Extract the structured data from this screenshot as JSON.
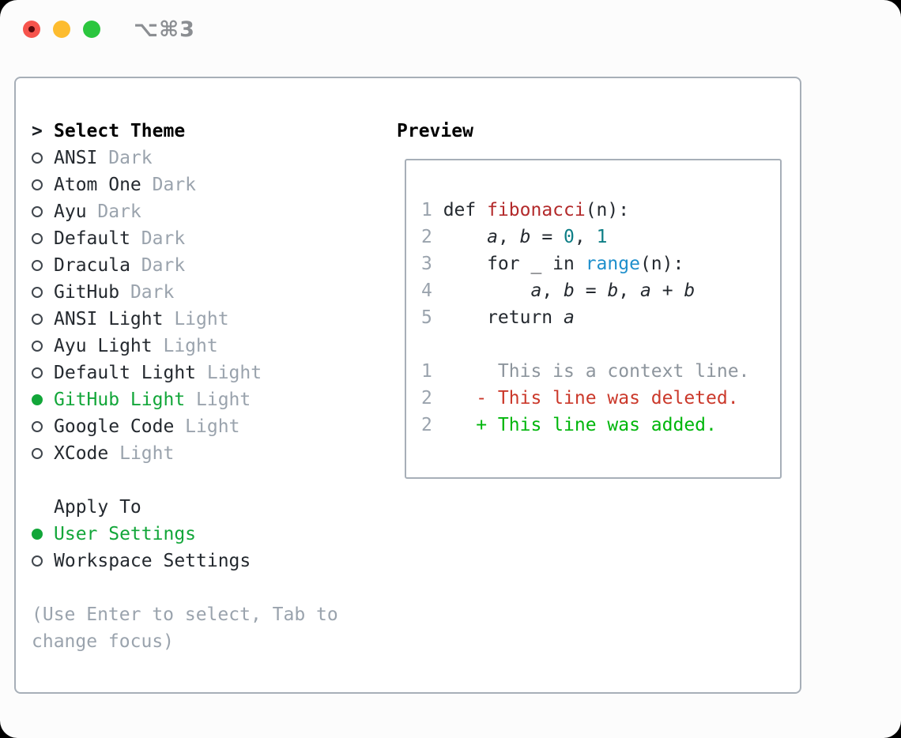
{
  "titlebar": {
    "shortcut": "⌥⌘3"
  },
  "select_theme": {
    "cursor": ">",
    "header": "Select Theme",
    "items": [
      {
        "name": "ANSI",
        "variant": "Dark",
        "selected": false
      },
      {
        "name": "Atom One",
        "variant": "Dark",
        "selected": false
      },
      {
        "name": "Ayu",
        "variant": "Dark",
        "selected": false
      },
      {
        "name": "Default",
        "variant": "Dark",
        "selected": false
      },
      {
        "name": "Dracula",
        "variant": "Dark",
        "selected": false
      },
      {
        "name": "GitHub",
        "variant": "Dark",
        "selected": false
      },
      {
        "name": "ANSI Light",
        "variant": "Light",
        "selected": false
      },
      {
        "name": "Ayu Light",
        "variant": "Light",
        "selected": false
      },
      {
        "name": "Default Light",
        "variant": "Light",
        "selected": false
      },
      {
        "name": "GitHub Light",
        "variant": "Light",
        "selected": true
      },
      {
        "name": "Google Code",
        "variant": "Light",
        "selected": false
      },
      {
        "name": "XCode",
        "variant": "Light",
        "selected": false
      }
    ]
  },
  "apply_to": {
    "header": "Apply To",
    "options": [
      {
        "name": "User Settings",
        "selected": true
      },
      {
        "name": "Workspace Settings",
        "selected": false
      }
    ]
  },
  "help": {
    "line1": "(Use Enter to select, Tab to",
    "line2": "change focus)"
  },
  "preview": {
    "header": "Preview",
    "code_lines": [
      {
        "num": "1",
        "segments": [
          {
            "text": "def ",
            "style": "plain"
          },
          {
            "text": "fibonacci",
            "style": "func"
          },
          {
            "text": "(n):",
            "style": "plain"
          }
        ]
      },
      {
        "num": "2",
        "segments": [
          {
            "text": "    ",
            "style": "plain"
          },
          {
            "text": "a",
            "style": "var"
          },
          {
            "text": ", ",
            "style": "plain"
          },
          {
            "text": "b",
            "style": "var"
          },
          {
            "text": " = ",
            "style": "plain"
          },
          {
            "text": "0",
            "style": "num"
          },
          {
            "text": ", ",
            "style": "plain"
          },
          {
            "text": "1",
            "style": "num"
          }
        ]
      },
      {
        "num": "3",
        "segments": [
          {
            "text": "    for _ in ",
            "style": "plain"
          },
          {
            "text": "range",
            "style": "builtin"
          },
          {
            "text": "(n):",
            "style": "plain"
          }
        ]
      },
      {
        "num": "4",
        "segments": [
          {
            "text": "        ",
            "style": "plain"
          },
          {
            "text": "a",
            "style": "var"
          },
          {
            "text": ", ",
            "style": "plain"
          },
          {
            "text": "b",
            "style": "var"
          },
          {
            "text": " = ",
            "style": "plain"
          },
          {
            "text": "b",
            "style": "var"
          },
          {
            "text": ", ",
            "style": "plain"
          },
          {
            "text": "a",
            "style": "var"
          },
          {
            "text": " + ",
            "style": "plain"
          },
          {
            "text": "b",
            "style": "var"
          }
        ]
      },
      {
        "num": "5",
        "segments": [
          {
            "text": "    return ",
            "style": "plain"
          },
          {
            "text": "a",
            "style": "var"
          }
        ]
      }
    ],
    "diff_lines": [
      {
        "num": "1",
        "style": "context",
        "text": "     This is a context line."
      },
      {
        "num": "2",
        "style": "deleted",
        "text": "   - This line was deleted."
      },
      {
        "num": "2",
        "style": "added",
        "text": "   + This line was added."
      }
    ]
  },
  "colors": {
    "accent_green": "#12a639",
    "diff_added": "#00b60b",
    "diff_deleted": "#cb392b",
    "function_red": "#b32a2b",
    "number_teal": "#0e7e86",
    "builtin_blue": "#1e8fcc",
    "muted_gray": "#9aa3ad",
    "text_dark": "#24292f",
    "panel_border": "#a7afb8",
    "traffic_red": "#f6544d",
    "traffic_yellow": "#fdbc2f",
    "traffic_green": "#2bc63e"
  }
}
